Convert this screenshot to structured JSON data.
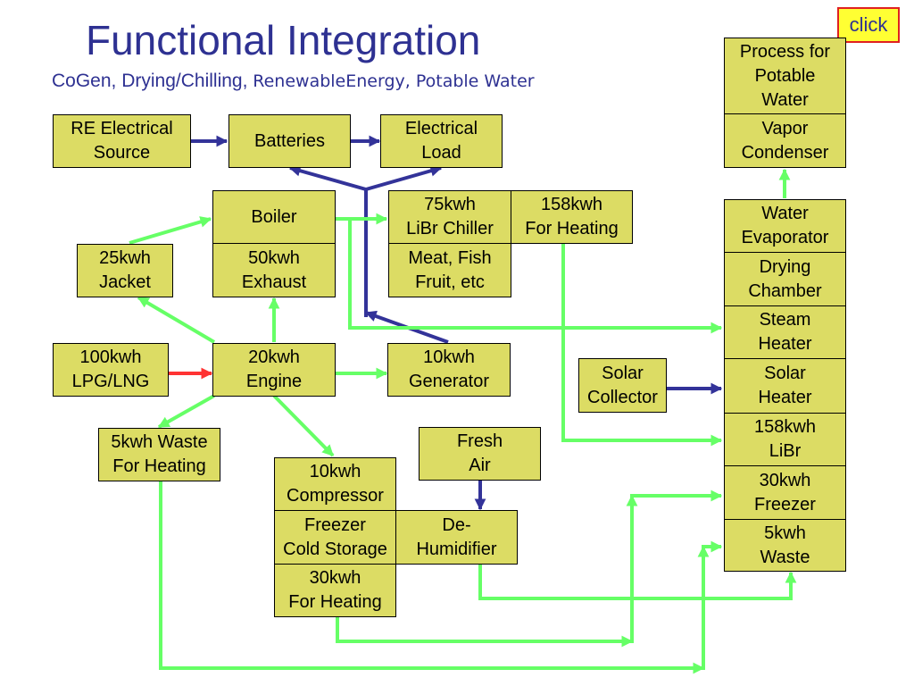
{
  "title": "Functional Integration",
  "subtitle": {
    "part1": "CoGen, Drying/Chilling, ",
    "part2": "RenewableEnergy, Potable Water"
  },
  "click_label": "click",
  "colors": {
    "title": "#2e3192",
    "box_fill": "#dcdc64",
    "flow_green": "#66ff66",
    "flow_blue": "#333399",
    "flow_red": "#ff3333"
  },
  "boxes": {
    "re_source": "RE Electrical\nSource",
    "batteries": "Batteries",
    "electrical_load": "Electrical\nLoad",
    "boiler": "Boiler",
    "exhaust": "50kwh\nExhaust",
    "jacket": "25kwh\nJacket",
    "libr_chiller": "75kwh\nLiBr Chiller",
    "heating_158": "158kwh\nFor Heating",
    "meat_fish": "Meat, Fish\nFruit, etc",
    "lpg_lng": "100kwh\nLPG/LNG",
    "engine": "20kwh\nEngine",
    "generator": "10kwh\nGenerator",
    "waste_heating": "5kwh Waste\nFor Heating",
    "compressor": "10kwh\nCompressor",
    "freezer_storage": "Freezer\nCold Storage",
    "heating_30": "30kwh\nFor Heating",
    "fresh_air": "Fresh\nAir",
    "dehumidifier": "De-\nHumidifier",
    "solar_collector": "Solar\nCollector",
    "potable_process": "Process for\nPotable\nWater",
    "vapor_condenser": "Vapor\nCondenser",
    "water_evaporator": "Water\nEvaporator",
    "drying_chamber": "Drying\nChamber",
    "steam_heater": "Steam\nHeater",
    "solar_heater": "Solar\nHeater",
    "libr_158": "158kwh\nLiBr",
    "freezer_30": "30kwh\nFreezer",
    "waste_5": "5kwh\nWaste"
  }
}
